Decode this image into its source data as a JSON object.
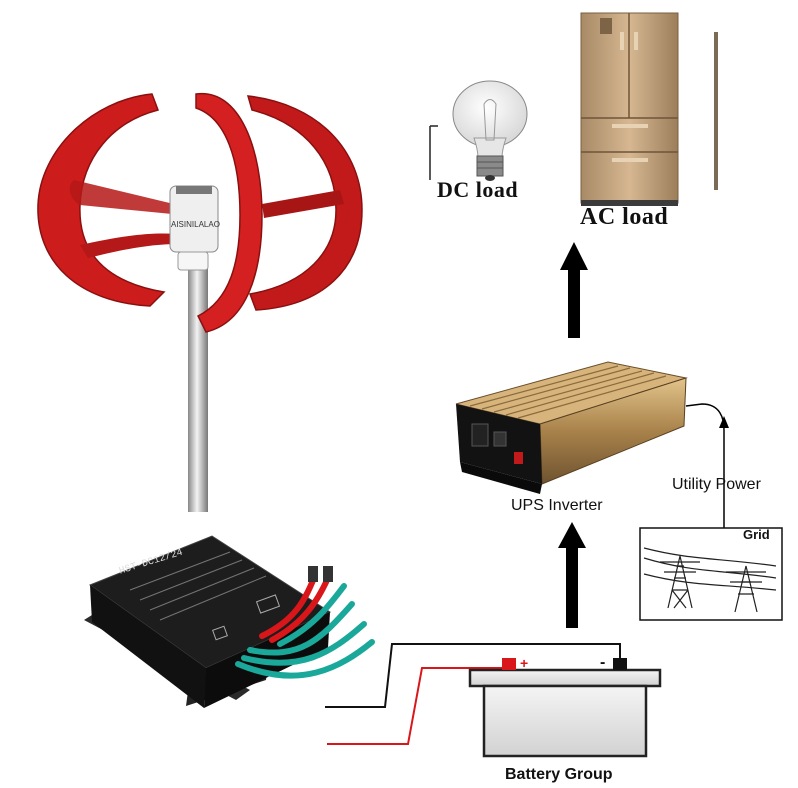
{
  "diagram": {
    "labels": {
      "dc_load": "DC load",
      "ac_load": "AC load",
      "ups_inverter": "UPS Inverter",
      "utility_power": "Utility Power",
      "grid": "Grid",
      "battery_group": "Battery Group",
      "turbine_brand": "AISINILALAO",
      "controller_model": "HST-DC12/24"
    },
    "components": [
      {
        "id": "wind-turbine",
        "icon": "wind-turbine-icon"
      },
      {
        "id": "charge-controller",
        "icon": "controller-icon"
      },
      {
        "id": "battery",
        "icon": "battery-icon"
      },
      {
        "id": "ups-inverter",
        "icon": "inverter-icon"
      },
      {
        "id": "dc-load",
        "icon": "light-bulb-icon"
      },
      {
        "id": "ac-load",
        "icon": "refrigerator-icon"
      },
      {
        "id": "grid",
        "icon": "power-pylon-icon"
      }
    ],
    "battery_terminals": {
      "positive": "+",
      "negative": "-"
    },
    "colors": {
      "turbine_red": "#cc1c1c",
      "inverter_gold": "#b08a4f",
      "controller_black": "#1b1b1b",
      "wire_red": "#d9161a",
      "wire_black": "#111111",
      "wire_teal": "#1aa89a",
      "fridge_gold": "#c9a47c"
    }
  }
}
